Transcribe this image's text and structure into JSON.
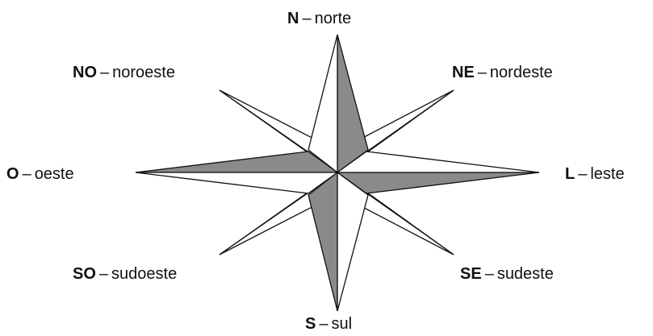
{
  "directions": {
    "n": {
      "abbr": "N",
      "name": "norte"
    },
    "ne": {
      "abbr": "NE",
      "name": "nordeste"
    },
    "l": {
      "abbr": "L",
      "name": "leste"
    },
    "se": {
      "abbr": "SE",
      "name": "sudeste"
    },
    "s": {
      "abbr": "S",
      "name": "sul"
    },
    "so": {
      "abbr": "SO",
      "name": "sudoeste"
    },
    "o": {
      "abbr": "O",
      "name": "oeste"
    },
    "no": {
      "abbr": "NO",
      "name": "noroeste"
    }
  },
  "separator": "–",
  "colors": {
    "fill_dark": "#8a8a8a",
    "fill_light": "#ffffff",
    "outline": "#111111"
  }
}
